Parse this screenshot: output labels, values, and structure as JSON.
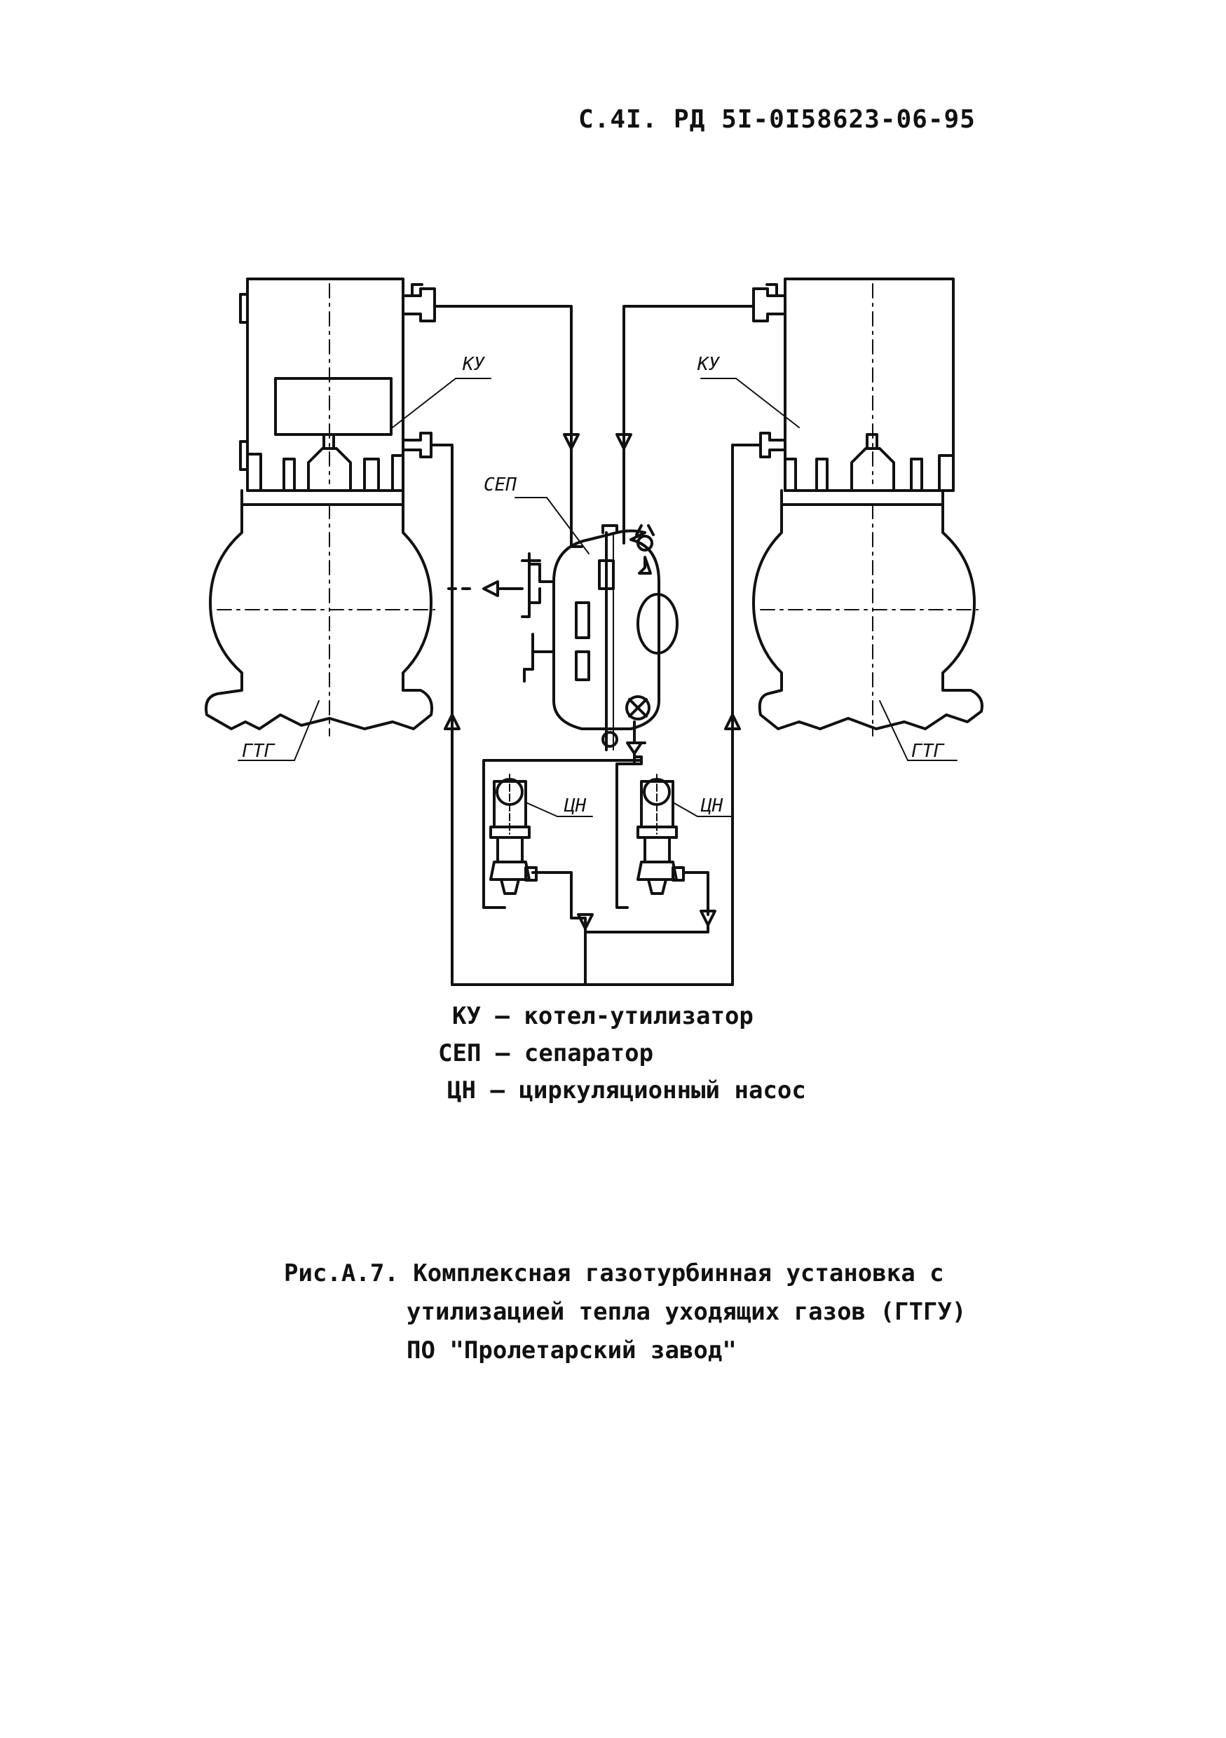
{
  "header": {
    "page_ref": "С.4I. РД 5I-0I58623-06-95"
  },
  "diagram": {
    "labels": {
      "boiler_left": "КУ",
      "boiler_right": "КУ",
      "separator": "СЕП",
      "turbine_left": "ГТГ",
      "turbine_right": "ГТГ",
      "pump_left": "ЦН",
      "pump_right": "ЦН"
    }
  },
  "legend": [
    {
      "abbr": "КУ",
      "text": "котел-утилизатор"
    },
    {
      "abbr": "СЕП",
      "text": "сепаратор"
    },
    {
      "abbr": "ЦН",
      "text": "циркуляционный насос"
    }
  ],
  "caption": {
    "prefix": "Рис.А.7.",
    "line1": "Комплексная газотурбинная установка с",
    "line2": "утилизацией тепла уходящих газов (ГТГУ)",
    "line3": "ПО \"Пролетарский завод\""
  },
  "colors": {
    "ink": "#111111",
    "paper": "#ffffff"
  }
}
